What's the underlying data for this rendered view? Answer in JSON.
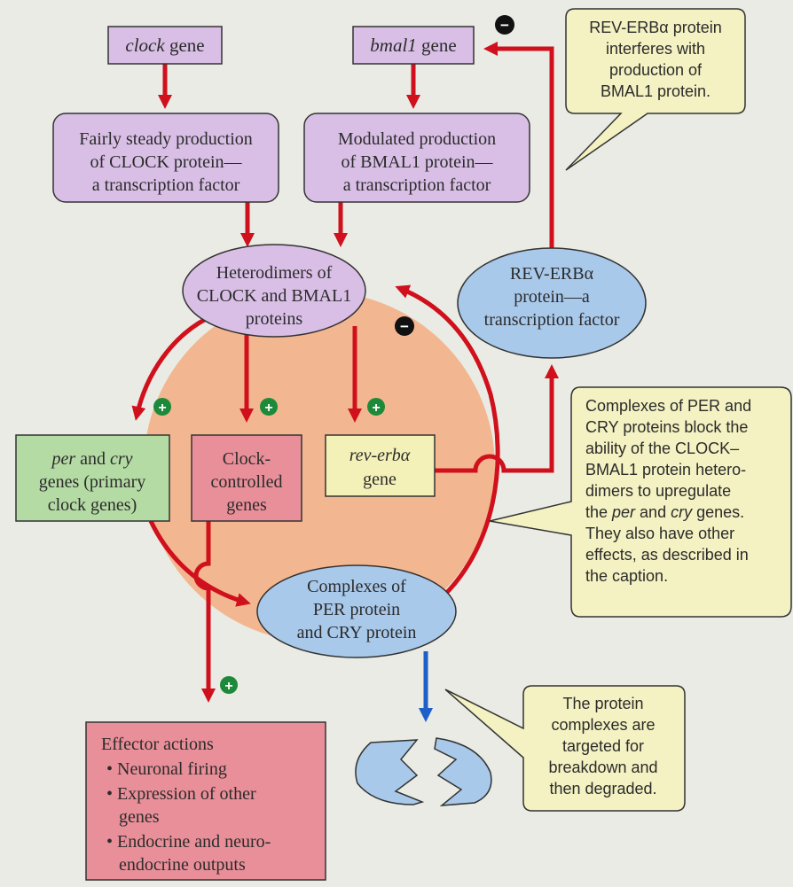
{
  "colors": {
    "background": "#e9ebe4",
    "purple_box": "#d9bfe6",
    "blue_ellipse": "#a9c9eb",
    "orange_circle": "#f2b790",
    "green_box": "#b5dba5",
    "pink_box": "#e98f99",
    "yellow_box": "#f3f0b8",
    "callout": "#f4f2c2",
    "red_arrow": "#d0101c",
    "blue_arrow": "#1f5fc8",
    "plus_green": "#1d8a3a",
    "minus_black": "#111111"
  },
  "signs": {
    "plus": "+",
    "minus": "−"
  },
  "genes": {
    "clock": {
      "italic": "clock",
      "rest": " gene"
    },
    "bmal1": {
      "italic": "bmal1",
      "rest": " gene"
    }
  },
  "production": {
    "clock": [
      "Fairly steady production",
      "of CLOCK protein—",
      "a transcription factor"
    ],
    "bmal1": [
      "Modulated production",
      "of BMAL1 protein—",
      "a transcription factor"
    ]
  },
  "heterodimers": [
    "Heterodimers of",
    "CLOCK and BMAL1",
    "proteins"
  ],
  "rev_erb_protein": [
    "REV-ERBα",
    "protein—a",
    "transcription factor"
  ],
  "per_cry_box": {
    "line1_italic_a": "per",
    "line1_mid": " and ",
    "line1_italic_b": "cry",
    "line2": "genes (primary",
    "line3": "clock genes)"
  },
  "clock_controlled": [
    "Clock-",
    "controlled",
    "genes"
  ],
  "rev_erb_gene": {
    "italic": "rev-erbα",
    "line2": "gene"
  },
  "complexes": [
    "Complexes of",
    "PER protein",
    "and CRY protein"
  ],
  "effector": {
    "title": "Effector actions",
    "bullets": [
      "Neuronal firing",
      "Expression of other",
      "genes",
      "Endocrine and neuro-",
      "endocrine outputs"
    ]
  },
  "callouts": {
    "rev_erb": [
      "REV-ERBα protein",
      "interferes with",
      "production of",
      "BMAL1 protein."
    ],
    "complexes": {
      "lines": [
        "Complexes of PER and",
        "CRY proteins block the",
        "ability of the CLOCK–",
        "BMAL1 protein hetero-",
        "dimers to upregulate"
      ],
      "line6_pre": "the ",
      "line6_it1": "per",
      "line6_mid": " and ",
      "line6_it2": "cry",
      "line6_post": " genes.",
      "lines_after": [
        "They also have other",
        "effects, as described in",
        "the caption."
      ]
    },
    "degraded": [
      "The protein",
      "complexes are",
      "targeted for",
      "breakdown and",
      "then degraded."
    ]
  }
}
